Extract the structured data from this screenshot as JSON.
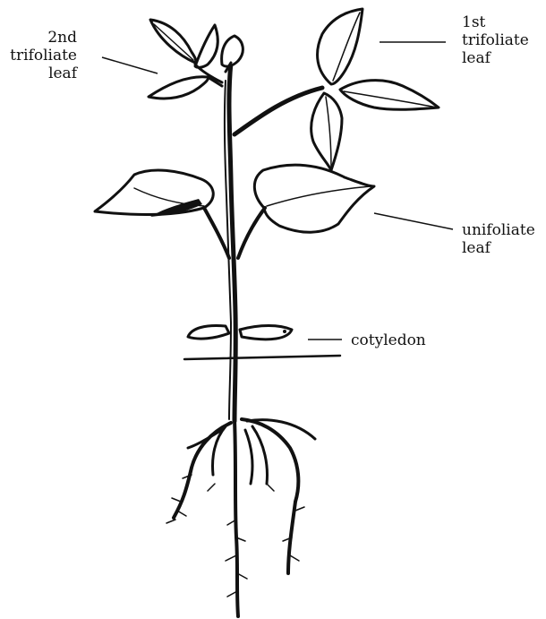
{
  "labels": {
    "second_trifoliate": [
      "2nd",
      "trifoliate",
      "leaf"
    ],
    "first_trifoliate": [
      "1st",
      "trifoliate",
      "leaf"
    ],
    "unifoliate": [
      "unifoliate",
      "leaf"
    ],
    "cotyledon": "cotyledon"
  },
  "colors": {
    "ink": "#111111",
    "background": "#ffffff"
  }
}
